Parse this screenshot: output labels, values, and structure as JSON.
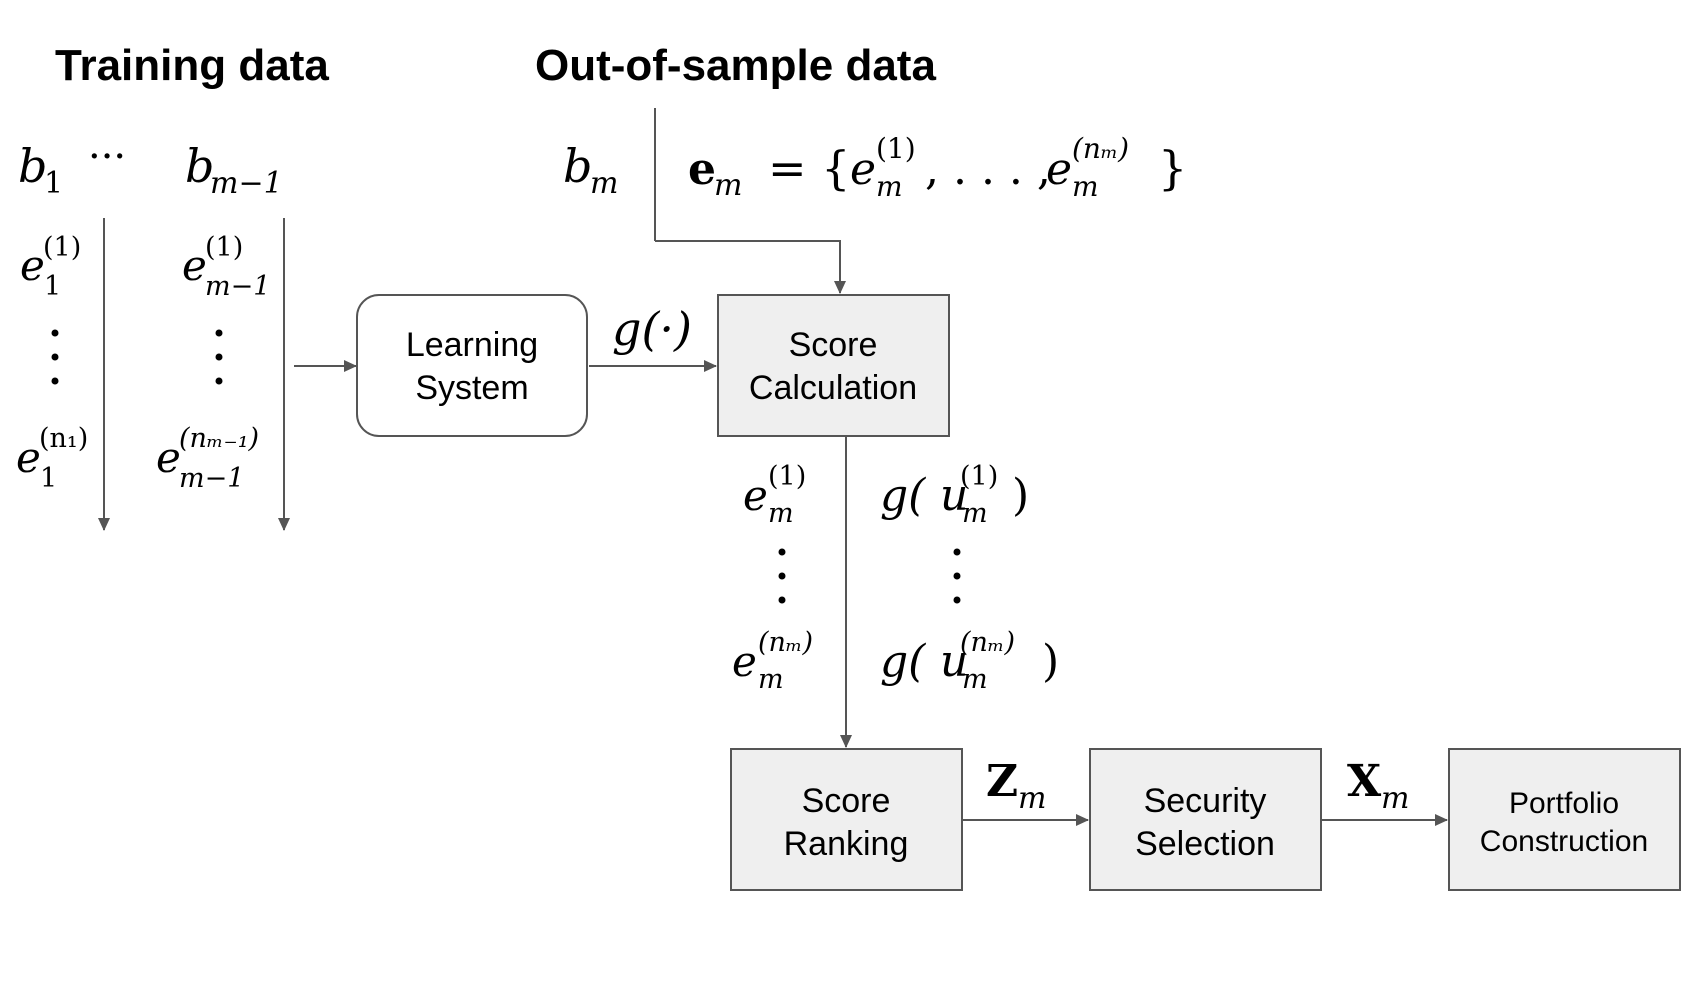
{
  "headers": {
    "training": "Training data",
    "out_of_sample": "Out-of-sample data"
  },
  "boxes": {
    "learning": [
      "Learning",
      "System"
    ],
    "score_calc": [
      "Score",
      "Calculation"
    ],
    "score_rank": [
      "Score",
      "Ranking"
    ],
    "security": [
      "Security",
      "Selection"
    ],
    "portfolio": [
      "Portfolio",
      "Construction"
    ]
  },
  "math": {
    "b1_base": "b",
    "b1_sub": "1",
    "ellipsis": "···",
    "bm1_base": "b",
    "bm1_sub": "m−1",
    "e_base": "e",
    "sup_1": "(1)",
    "sub_1": "1",
    "sup_n1": "(n₁)",
    "sub_m1": "m−1",
    "sup_nm1": "(nₘ₋₁)",
    "bm_base": "b",
    "bm_sub": "m",
    "em_bold": "e",
    "em_sub": "m",
    "set_eq": "= {",
    "set_mid": ", . . . ,",
    "set_close": "}",
    "sub_m": "m",
    "sup_nm": "(nₘ)",
    "g_dot": "g(·)",
    "g_open": "g(",
    "u": "u",
    "close_paren": ")",
    "Z_bold": "Z",
    "Z_sub": "m",
    "X_bold": "X",
    "X_sub": "m"
  }
}
